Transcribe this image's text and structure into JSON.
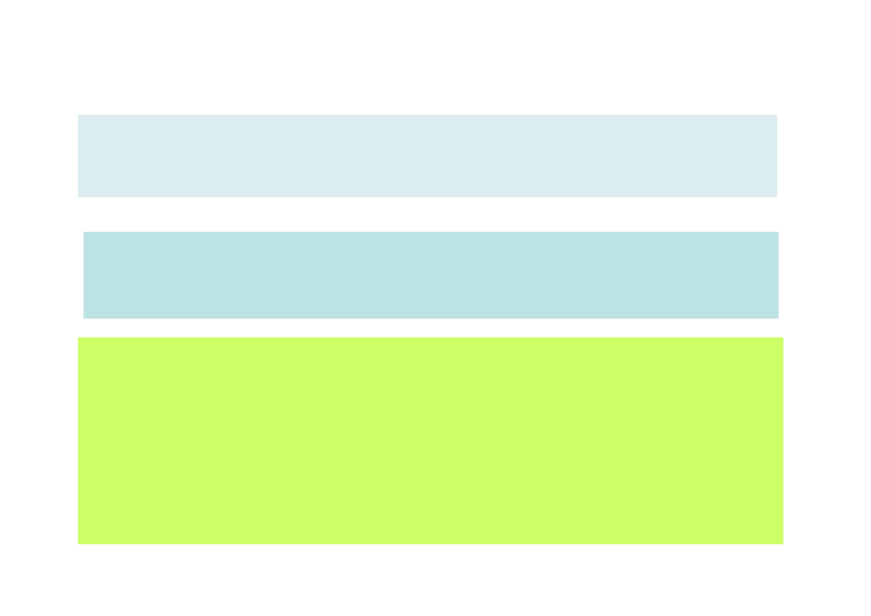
{
  "blocks": [
    {
      "id": "top",
      "color": "#dcedef"
    },
    {
      "id": "middle",
      "color": "#bde2e3"
    },
    {
      "id": "bottom",
      "color": "#ccff66"
    }
  ]
}
